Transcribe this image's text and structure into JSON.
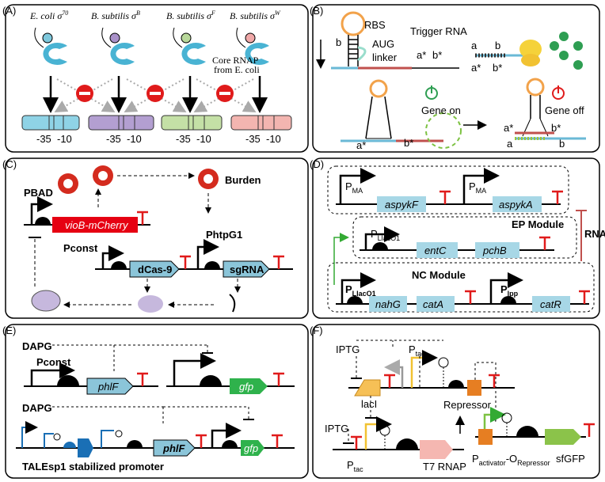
{
  "panels": {
    "A": {
      "tag": "(A)",
      "sigma": [
        {
          "name": "E. coli",
          "sup": "70",
          "color": "#7ec8dc"
        },
        {
          "name": "B. subtilis",
          "sup": "B",
          "color": "#a991c9"
        },
        {
          "name": "B. subtilis",
          "sup": "F",
          "color": "#b8d89a"
        },
        {
          "name": "B. subtilis",
          "sup": "W",
          "color": "#f0a8a8"
        }
      ],
      "core_label_1": "Core RNAP",
      "core_label_2": "from E. coli",
      "m35": "-35",
      "m10": "-10"
    },
    "B": {
      "tag": "(B)",
      "rbs": "RBS",
      "aug": "AUG",
      "linker": "linker",
      "trigger": "Trigger RNA",
      "gene_on": "Gene on",
      "gene_off": "Gene off",
      "a": "a",
      "b": "b",
      "astar": "a*",
      "bstar": "b*"
    },
    "C": {
      "tag": "(C)",
      "pbad": "PBAD",
      "vio": "vioB-mCherry",
      "burden": "Burden",
      "phtpg1": "PhtpG1",
      "pconst": "Pconst",
      "dcas9": "dCas-9",
      "sgrna": "sgRNA"
    },
    "D": {
      "tag": "(D)",
      "pma": "P",
      "pma_sub": "MA",
      "aspykF": "aspykF",
      "aspykA": "aspykA",
      "ep": "EP Module",
      "pllac": "P",
      "pllac_sub": "LlacO1",
      "entC": "entC",
      "pchB": "pchB",
      "rnai": "RNAi",
      "nc": "NC Module",
      "plpp_sub": "lpp",
      "nahG": "nahG",
      "catA": "catA",
      "catR": "catR"
    },
    "E": {
      "tag": "(E)",
      "dapg": "DAPG",
      "pconst": "Pconst",
      "phlF": "phlF",
      "gfp": "gfp",
      "tale": "TALEsp1 stabilized promoter"
    },
    "F": {
      "tag": "(F)",
      "iptg": "IPTG",
      "ptac": "P",
      "ptac_sub": "tac",
      "lacI": "lacI",
      "repressor": "Repressor",
      "t7": "T7 RNAP",
      "pact": "P",
      "pact_sub": "activator",
      "orep": "-O",
      "orep_sub": "Repressor",
      "sfgfp": "sfGFP"
    }
  }
}
